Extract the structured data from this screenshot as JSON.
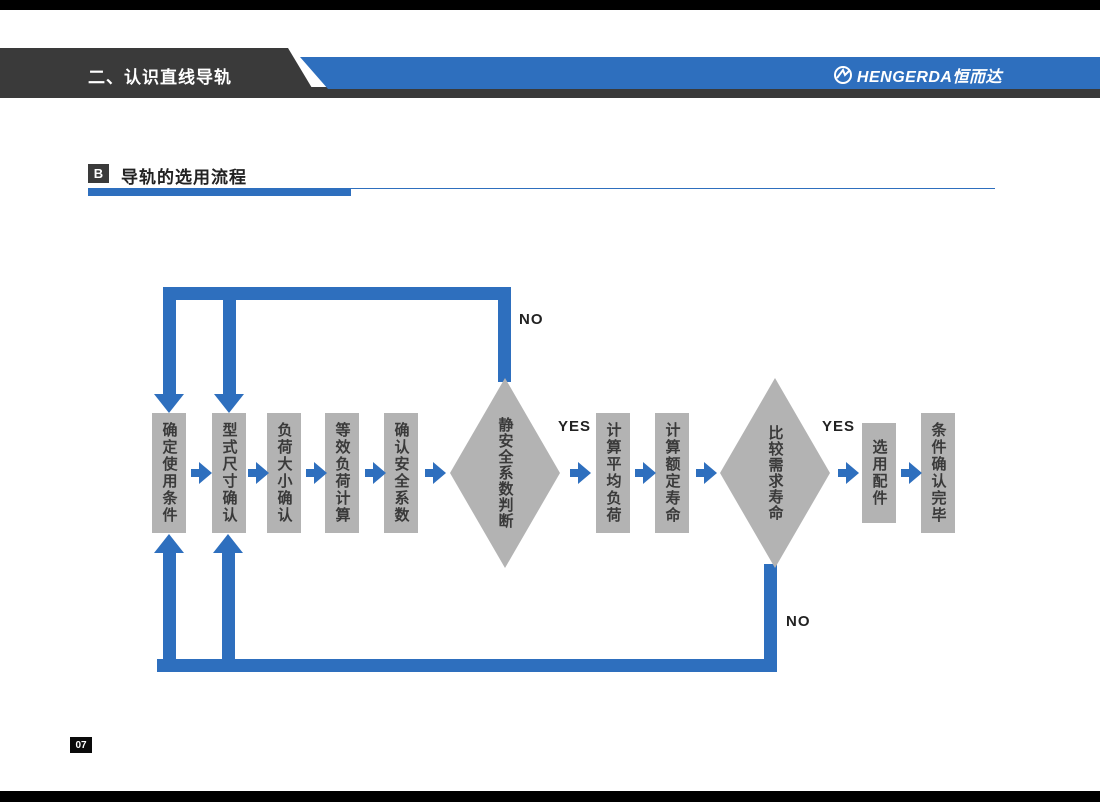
{
  "header": {
    "section_title": "二、认识直线导轨",
    "brand": "HENGERDA恒而达"
  },
  "section": {
    "badge": "B",
    "title": "导轨的选用流程"
  },
  "flowchart": {
    "boxes": [
      {
        "label": "确定使用条件"
      },
      {
        "label": "型式尺寸确认"
      },
      {
        "label": "负荷大小确认"
      },
      {
        "label": "等效负荷计算"
      },
      {
        "label": "确认安全系数"
      },
      {
        "label": "计算平均负荷"
      },
      {
        "label": "计算额定寿命"
      },
      {
        "label": "选用配件"
      },
      {
        "label": "条件确认完毕"
      }
    ],
    "diamonds": [
      {
        "label": "静安全系数判断"
      },
      {
        "label": "比较需求寿命"
      }
    ],
    "branch_labels": {
      "yes_1": "YES",
      "yes_2": "YES",
      "no_top": "NO",
      "no_bottom": "NO"
    }
  },
  "footer": {
    "page_number": "07"
  },
  "colors": {
    "accent_blue": "#2e6fbe",
    "box_gray": "#b3b3b3",
    "header_dark": "#3a3a3a"
  }
}
